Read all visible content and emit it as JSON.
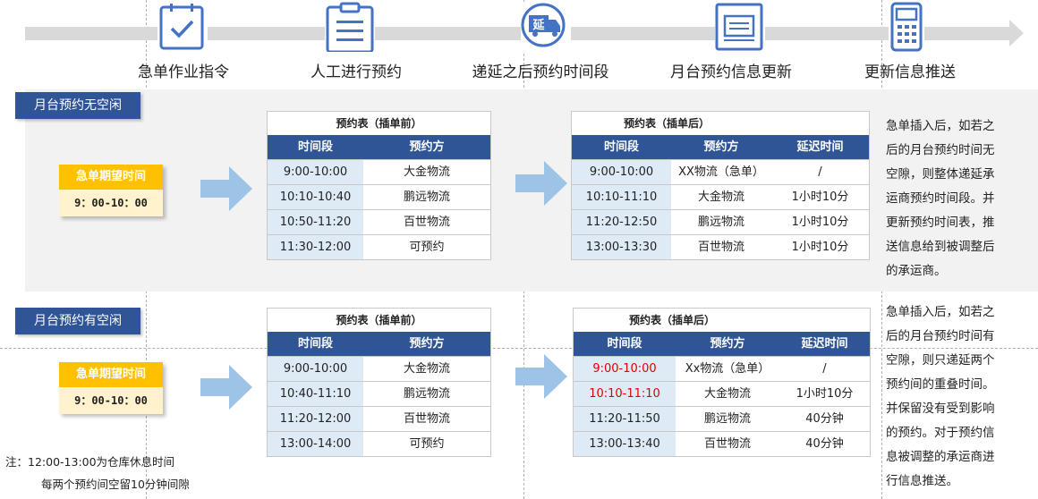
{
  "flow": {
    "steps": [
      {
        "label": "急单作业指令",
        "icon": "checkbox-icon"
      },
      {
        "label": "人工进行预约",
        "icon": "clipboard-list-icon"
      },
      {
        "label": "递延之后预约时间段",
        "icon": "delay-truck-icon",
        "icon_text": "延"
      },
      {
        "label": "月台预约信息更新",
        "icon": "monitor-update-icon"
      },
      {
        "label": "更新信息推送",
        "icon": "mobile-phone-icon"
      }
    ]
  },
  "scenario1": {
    "tag": "月台预约无空闲",
    "expect": {
      "title": "急单期望时间",
      "value": "9：00-10：00"
    },
    "before": {
      "title": "预约表（插单前）",
      "headers": [
        "时间段",
        "预约方"
      ],
      "rows": [
        [
          "9:00-10:00",
          "大金物流"
        ],
        [
          "10:10-10:40",
          "鹏远物流"
        ],
        [
          "10:50-11:20",
          "百世物流"
        ],
        [
          "11:30-12:00",
          "可预约"
        ]
      ]
    },
    "after": {
      "title": "预约表（插单后）",
      "headers": [
        "时间段",
        "预约方",
        "延迟时间"
      ],
      "rows": [
        [
          "9:00-10:00",
          "XX物流（急单）",
          "/"
        ],
        [
          "10:10-11:10",
          "大金物流",
          "1小时10分"
        ],
        [
          "11:20-12:50",
          "鹏远物流",
          "1小时10分"
        ],
        [
          "13:00-13:30",
          "百世物流",
          "1小时10分"
        ]
      ]
    },
    "description": [
      "急单插入后，如若之",
      "后的月台预约时间无",
      "空隙，则整体递延承",
      "运商预约时间段。并",
      "更新预约时间表，推",
      "送信息给到被调整后",
      "的承运商。"
    ]
  },
  "scenario2": {
    "tag": "月台预约有空闲",
    "expect": {
      "title": "急单期望时间",
      "value": "9：00-10：00"
    },
    "before": {
      "title": "预约表（插单前）",
      "headers": [
        "时间段",
        "预约方"
      ],
      "rows": [
        [
          "9:00-10:00",
          "大金物流"
        ],
        [
          "10:40-11:10",
          "鹏远物流"
        ],
        [
          "11:20-12:00",
          "百世物流"
        ],
        [
          "13:00-14:00",
          "可预约"
        ]
      ]
    },
    "after": {
      "title": "预约表（插单后）",
      "headers": [
        "时间段",
        "预约方",
        "延迟时间"
      ],
      "rows": [
        [
          "9:00-10:00",
          "Xx物流（急单）",
          "/"
        ],
        [
          "10:10-11:10",
          "大金物流",
          "1小时10分"
        ],
        [
          "11:20-11:50",
          "鹏远物流",
          "40分钟"
        ],
        [
          "13:00-13:40",
          "百世物流",
          "40分钟"
        ]
      ]
    },
    "description": [
      "急单插入后，如若之",
      "后的月台预约时间有",
      "空隙，则只递延两个",
      "预约间的重叠时间。",
      "并保留没有受到影响",
      "的预约。对于预约信",
      "息被调整的承运商进",
      "行信息推送。"
    ]
  },
  "notes": [
    "注：12:00-13:00为仓库休息时间",
    "每两个预约间空留10分钟间隙"
  ],
  "colors": {
    "header_blue": "#2f5597",
    "time_cell": "#deebf7",
    "expect_head": "#ffc000",
    "expect_body": "#fff2cc",
    "arrow": "#9dc3e6",
    "highlight_red": "#e00000",
    "icon_blue": "#4472c4"
  }
}
